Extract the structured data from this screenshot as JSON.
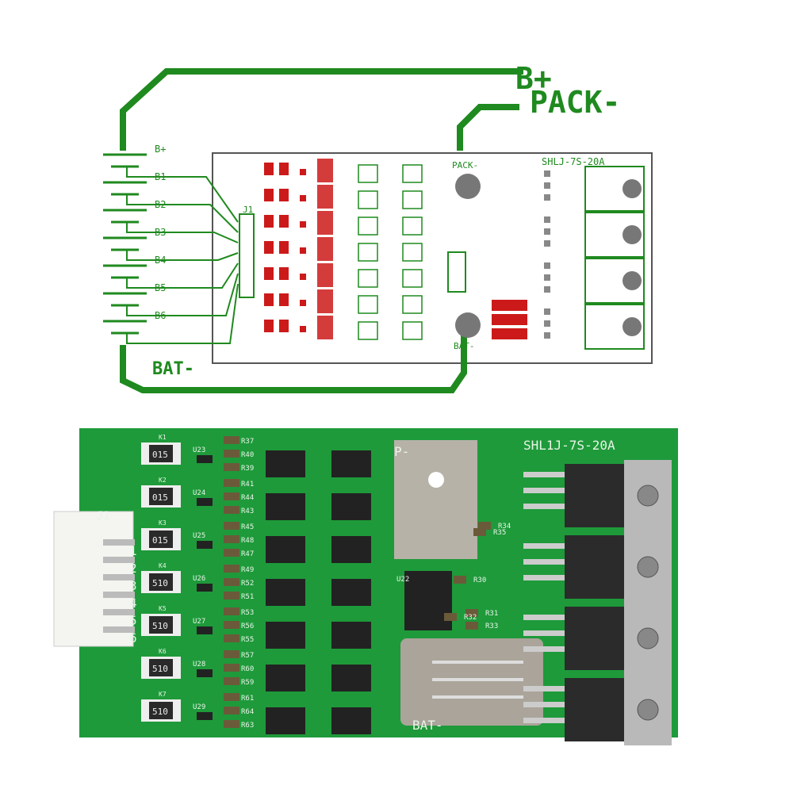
{
  "schematic": {
    "terminal_labels": {
      "b_plus": "B+",
      "pack_minus": "PACK-"
    },
    "cell_labels": [
      "B+",
      "B1",
      "B2",
      "B3",
      "B4",
      "B5",
      "B6"
    ],
    "bat_minus": "BAT-",
    "connector": "J1",
    "board_model": "SHLJ-7S-20A",
    "board_pack": "PACK-",
    "board_bat": "BAT-",
    "trace_color": "#1f8a1f",
    "pad_color": "#cc1a1a"
  },
  "photo": {
    "board_model": "SHL1J-7S-20A",
    "p_minus": "P-",
    "bat_minus": "BAT-",
    "connector": "J1",
    "connector_pins": [
      "1",
      "2",
      "3",
      "4",
      "5",
      "6"
    ],
    "shunt_values": [
      "015",
      "015",
      "015",
      "510",
      "510",
      "510",
      "510"
    ],
    "shunt_refs": [
      "K1",
      "K2",
      "K3",
      "K4",
      "K5",
      "K6",
      "K7"
    ],
    "ic_refs": [
      "U23",
      "U24",
      "U25",
      "U26",
      "U27",
      "U28",
      "U29"
    ],
    "resistor_refs": [
      "R37",
      "R40",
      "R39",
      "R41",
      "R44",
      "R43",
      "R45",
      "R48",
      "R47",
      "R49",
      "R52",
      "R51",
      "R53",
      "R56",
      "R55",
      "R57",
      "R60",
      "R59",
      "R61",
      "R64",
      "R63"
    ],
    "misc_refs": [
      "R35",
      "R34",
      "U22",
      "R30",
      "R31",
      "R33",
      "R32"
    ],
    "board_color": "#1e9a3a"
  }
}
